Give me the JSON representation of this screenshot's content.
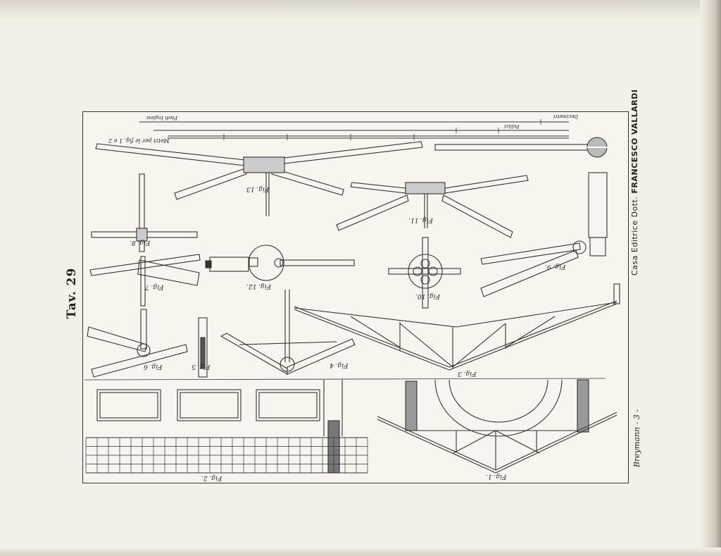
{
  "plate_number": "Tav. 29",
  "publisher": {
    "prefix": "Casa Editrice Dott.",
    "name": "FRANCESCO VALLARDI"
  },
  "author": "Breymann - 3 -",
  "scale": {
    "title": "Metri per le fig. 1 e 2",
    "unit_feet": "Piedi Inglesi",
    "unit_inches": "Pollici",
    "unit_cm": "Decimetri"
  },
  "figures": {
    "f1": "Fig. 1.",
    "f2": "Fig. 2.",
    "f3": "Fig. 3",
    "f4": "Fig. 4",
    "f5": "Fig. 5",
    "f6": "Fig. 6",
    "f7": "Fig. 7",
    "f8": "Fig. 8.",
    "f9": "Fig. 9.",
    "f10": "Fig. 10.",
    "f11": "Fig. 11.",
    "f12": "Fig. 12.",
    "f13": "Fig. 13"
  }
}
